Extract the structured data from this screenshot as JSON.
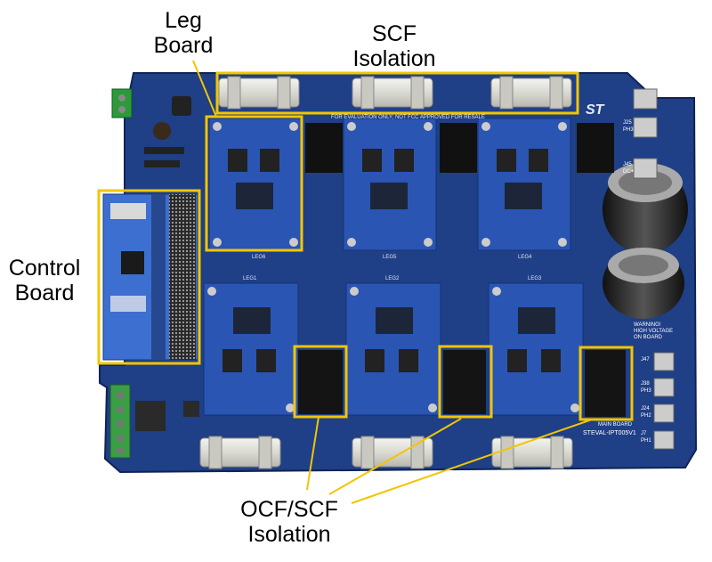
{
  "annotations": {
    "leg_board": [
      "Leg",
      "Board"
    ],
    "scf_isolation": [
      "SCF",
      "Isolation"
    ],
    "control_board": [
      "Control",
      "Board"
    ],
    "ocf_scf_isolation": [
      "OCF/SCF",
      "Isolation"
    ]
  },
  "board_print": {
    "notice": "FOR EVALUATION ONLY; NOT FCC APPROVED FOR RESALE",
    "leg_labels": [
      "LEG6",
      "LEG5",
      "LEG4",
      "LEG1",
      "LEG2",
      "LEG3"
    ],
    "warning_line1": "WARNING!",
    "warning_line2": "HIGH VOLTAGE",
    "warning_line3": "ON BOARD",
    "main_board": "MAIN BOARD",
    "board_id": "STEVAL-IPT005V1",
    "brand": "ST",
    "connectors": [
      "J25",
      "PH3",
      "J45",
      "DC+",
      "J47",
      "J38",
      "PH3",
      "J24",
      "PH2",
      "J7",
      "PH1"
    ]
  },
  "colors": {
    "highlight": "#f2c500",
    "pcb_main": "#1f3f86",
    "pcb_leg": "#2a55b3",
    "background": "#ffffff"
  }
}
